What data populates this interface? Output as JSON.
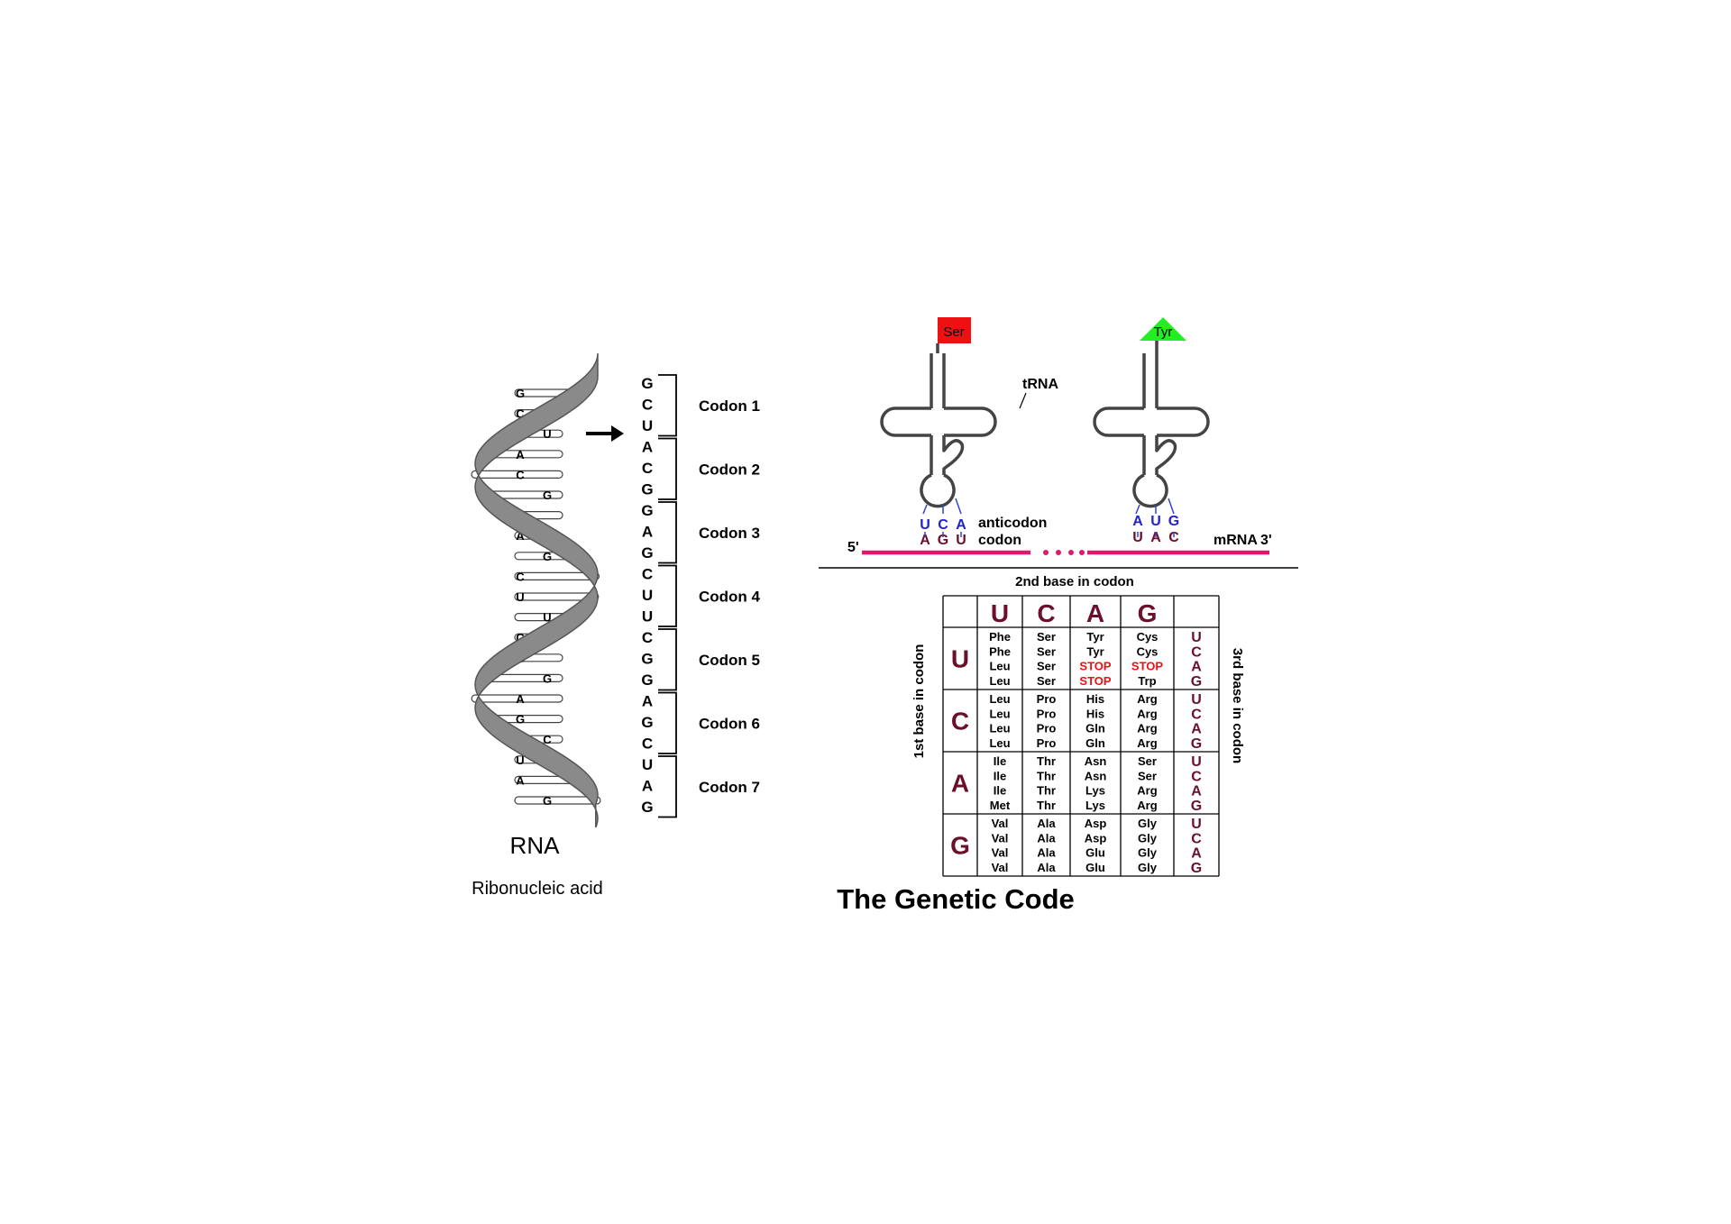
{
  "rna": {
    "label": "RNA",
    "sublabel": "Ribonucleic acid",
    "helix_bases": [
      "G",
      "C",
      "U",
      "A",
      "C",
      "G",
      "G",
      "A",
      "G",
      "C",
      "U",
      "U",
      "C",
      "G",
      "G",
      "A",
      "G",
      "C",
      "U",
      "A",
      "G"
    ],
    "codon_bases": [
      "G",
      "C",
      "U",
      "A",
      "C",
      "G",
      "G",
      "A",
      "G",
      "C",
      "U",
      "U",
      "C",
      "G",
      "G",
      "A",
      "G",
      "C",
      "U",
      "A",
      "G"
    ],
    "codons": [
      "Codon 1",
      "Codon 2",
      "Codon 3",
      "Codon 4",
      "Codon 5",
      "Codon 6",
      "Codon 7"
    ]
  },
  "translation": {
    "trna_label": "tRNA",
    "ser": "Ser",
    "tyr": "Tyr",
    "ser_color": "#ee1111",
    "tyr_color": "#22ee22",
    "left_anticodon": [
      "U",
      "C",
      "A"
    ],
    "left_codon": [
      "A",
      "G",
      "U"
    ],
    "right_anticodon": [
      "A",
      "U",
      "G"
    ],
    "right_codon": [
      "U",
      "A",
      "C"
    ],
    "anticodon_label": "anticodon",
    "codon_label": "codon",
    "mrna_label": "mRNA",
    "five_prime": "5'",
    "three_prime": "3'",
    "mrna_color": "#e0186c"
  },
  "table": {
    "second_base_label": "2nd base in codon",
    "first_base_label": "1st base in codon",
    "third_base_label": "3rd base in codon",
    "header_bases": [
      "U",
      "C",
      "A",
      "G"
    ],
    "row_bases": [
      "U",
      "C",
      "A",
      "G"
    ],
    "third_bases": [
      "U",
      "C",
      "A",
      "G"
    ],
    "cells": [
      [
        [
          "Phe",
          "Phe",
          "Leu",
          "Leu"
        ],
        [
          "Ser",
          "Ser",
          "Ser",
          "Ser"
        ],
        [
          "Tyr",
          "Tyr",
          "STOP",
          "STOP"
        ],
        [
          "Cys",
          "Cys",
          "STOP",
          "Trp"
        ]
      ],
      [
        [
          "Leu",
          "Leu",
          "Leu",
          "Leu"
        ],
        [
          "Pro",
          "Pro",
          "Pro",
          "Pro"
        ],
        [
          "His",
          "His",
          "Gln",
          "Gln"
        ],
        [
          "Arg",
          "Arg",
          "Arg",
          "Arg"
        ]
      ],
      [
        [
          "Ile",
          "Ile",
          "Ile",
          "Met"
        ],
        [
          "Thr",
          "Thr",
          "Thr",
          "Thr"
        ],
        [
          "Asn",
          "Asn",
          "Lys",
          "Lys"
        ],
        [
          "Ser",
          "Ser",
          "Arg",
          "Arg"
        ]
      ],
      [
        [
          "Val",
          "Val",
          "Val",
          "Val"
        ],
        [
          "Ala",
          "Ala",
          "Ala",
          "Ala"
        ],
        [
          "Asp",
          "Asp",
          "Glu",
          "Glu"
        ],
        [
          "Gly",
          "Gly",
          "Gly",
          "Gly"
        ]
      ]
    ],
    "base_color": "#6b0f2a",
    "stop_color": "#ee1111",
    "title": "The Genetic Code"
  }
}
